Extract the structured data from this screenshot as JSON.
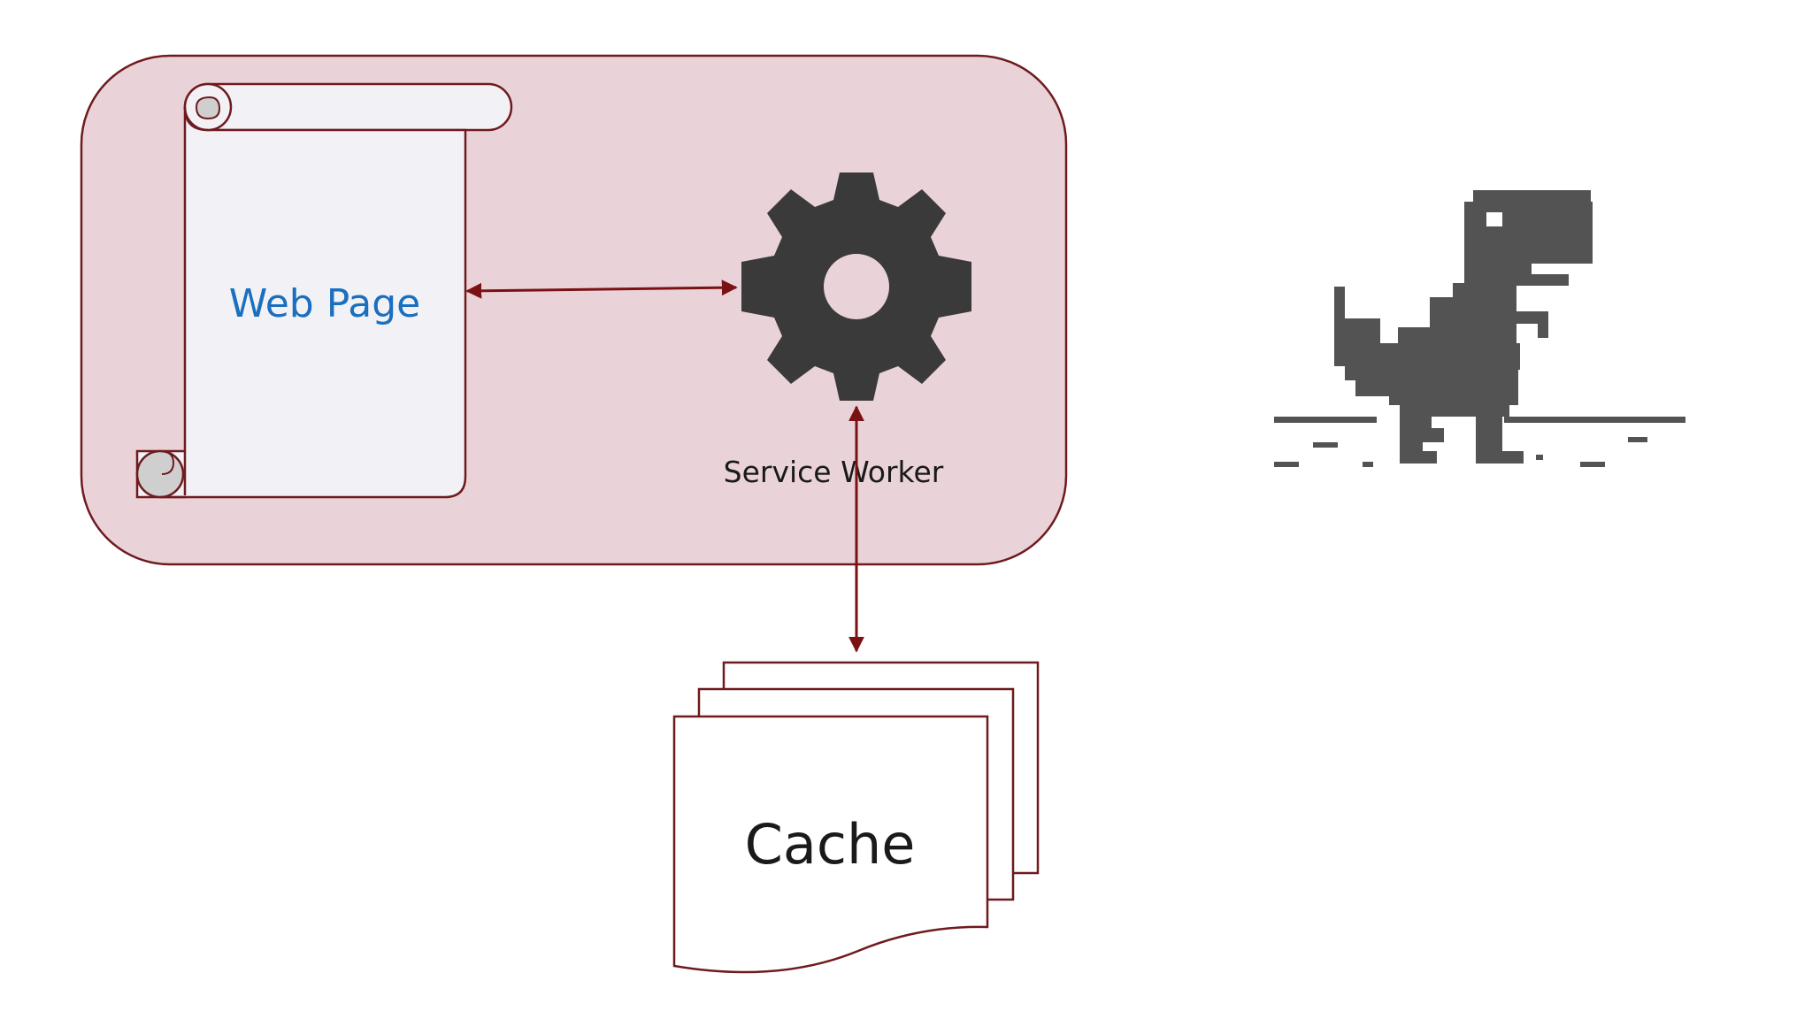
{
  "labels": {
    "web_page": "Web Page",
    "service_worker": "Service Worker",
    "cache": "Cache"
  },
  "icons": {
    "worker": "gear-icon",
    "offline": "dinosaur-icon",
    "page": "scroll-icon",
    "cache": "stacked-documents-icon"
  },
  "colors": {
    "container_fill": "#ead3d8",
    "outline": "#6e1a1e",
    "arrow": "#7a1114",
    "page_fill": "#f2f2f6",
    "page_text": "#1a6fbf",
    "gear": "#3a3a3a",
    "dino": "#535353",
    "text": "#1a1a1a"
  }
}
